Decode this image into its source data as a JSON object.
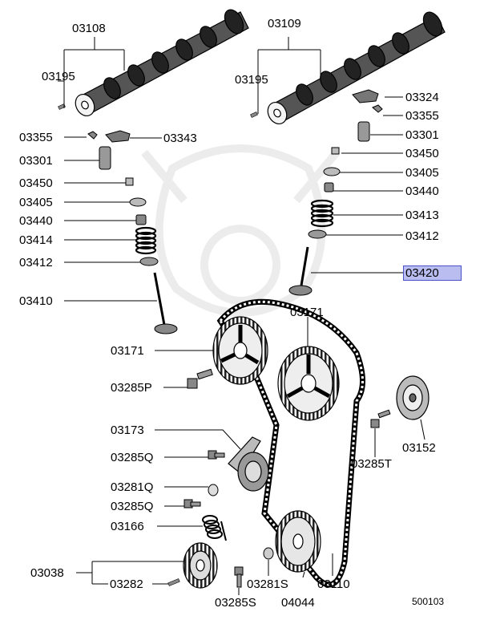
{
  "diagram": {
    "highlight_color": "#b9bdf0",
    "highlighted_part": "03420",
    "labels": {
      "p03108": "03108",
      "p03109": "03109",
      "p03195_l": "03195",
      "p03195_r": "03195",
      "p03324": "03324",
      "p03355_l": "03355",
      "p03355_r": "03355",
      "p03343": "03343",
      "p03301_l": "03301",
      "p03301_r": "03301",
      "p03450_l": "03450",
      "p03450_r": "03450",
      "p03405_l": "03405",
      "p03405_r": "03405",
      "p03440_l": "03440",
      "p03440_r": "03440",
      "p03414": "03414",
      "p03413": "03413",
      "p03412_l": "03412",
      "p03412_r": "03412",
      "p03420": "03420",
      "p03410": "03410",
      "p03171_l": "03171",
      "p03171_r": "03171",
      "p03285P": "03285P",
      "p03152": "03152",
      "p03285T": "03285T",
      "p03173": "03173",
      "p03285Q_a": "03285Q",
      "p03281Q": "03281Q",
      "p03285Q_b": "03285Q",
      "p03166": "03166",
      "p03038": "03038",
      "p03282": "03282",
      "p03281S": "03281S",
      "p03110": "03110",
      "p03285S": "03285S",
      "p04044": "04044"
    },
    "figure_id": "500103"
  }
}
